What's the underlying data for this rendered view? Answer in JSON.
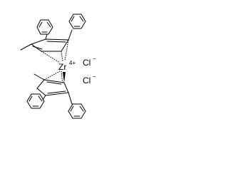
{
  "molecule": {
    "metal": {
      "symbol": "Zr",
      "charge": "4+"
    },
    "ligands": [
      {
        "symbol": "Cl",
        "charge": "−"
      },
      {
        "symbol": "Cl",
        "charge": "−"
      }
    ]
  }
}
